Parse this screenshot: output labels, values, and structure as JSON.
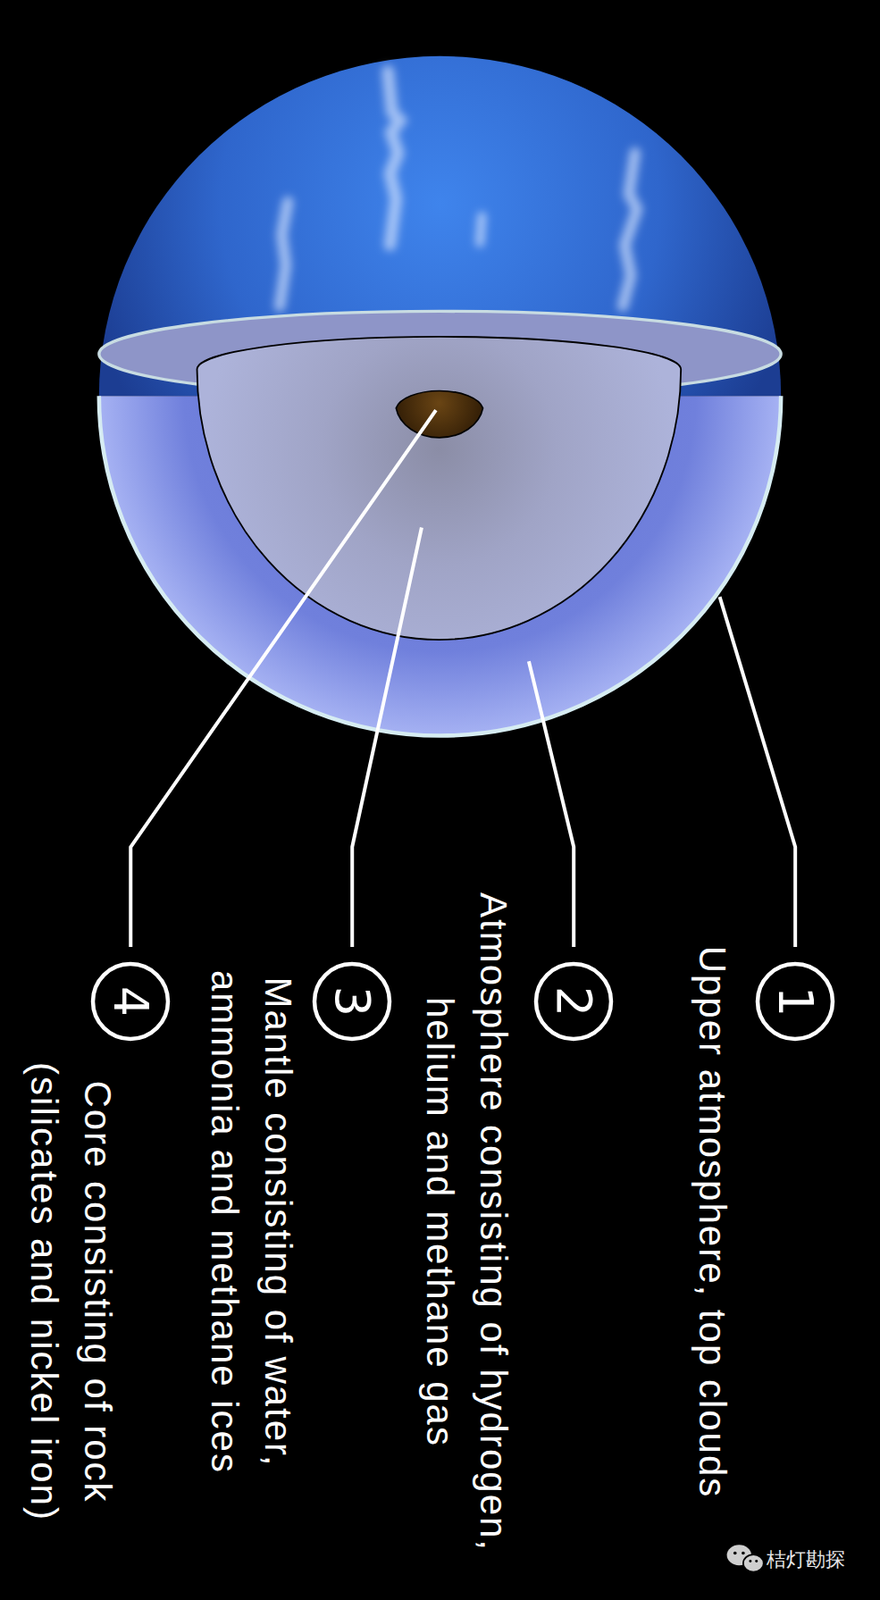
{
  "diagram": {
    "nodes": [
      {
        "text": [
          "1"
        ]
      },
      {
        "text": [
          "2"
        ]
      },
      {
        "text": [
          "3"
        ]
      },
      {
        "text": [
          "4"
        ]
      }
    ],
    "labels": [
      "Upper atmosphere, top clouds",
      "Atmosphere consisting of hydrogen, helium and methane gas",
      "Mantle consisting of water, ammonia and methane ices",
      "Core consisting of rock (silicates and nickel iron)",
      "桔灯勘探"
    ]
  }
}
